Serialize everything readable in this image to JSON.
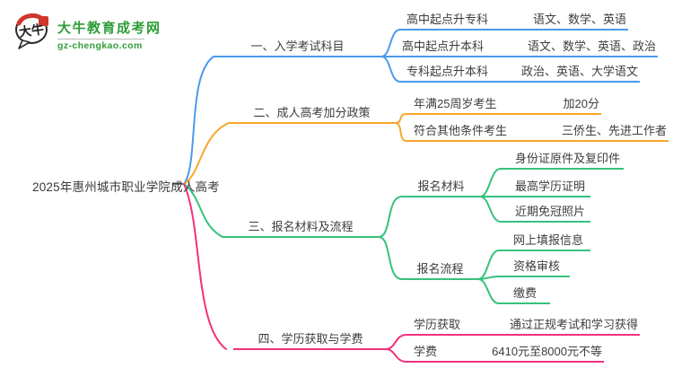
{
  "brand": {
    "name": "大牛教育成考网",
    "domain": "gz-chengkao.com",
    "icon_text": "大牛",
    "colors": {
      "green": "#2F9D38",
      "red": "#CE362B"
    }
  },
  "root": {
    "label": "2025年惠州城市职业学院成人高考"
  },
  "colors": {
    "blue": "#4A9BEE",
    "orange": "#F7A72B",
    "green": "#36C17C",
    "pink": "#F2307E",
    "text": "#3D3D3D"
  },
  "branches": [
    {
      "label": "一、入学考试科目",
      "color": "#4A9BEE",
      "children": [
        {
          "label": "高中起点升专科",
          "value": "语文、数学、英语"
        },
        {
          "label": "高中起点升本科",
          "value": "语文、数学、英语、政治"
        },
        {
          "label": "专科起点升本科",
          "value": "政治、英语、大学语文"
        }
      ]
    },
    {
      "label": "二、成人高考加分政策",
      "color": "#F7A72B",
      "children": [
        {
          "label": "年满25周岁考生",
          "value": "加20分"
        },
        {
          "label": "符合其他条件考生",
          "value": "三侨生、先进工作者"
        }
      ]
    },
    {
      "label": "三、报名材料及流程",
      "color": "#36C17C",
      "children": [
        {
          "label": "报名材料",
          "items": [
            "身份证原件及复印件",
            "最高学历证明",
            "近期免冠照片"
          ]
        },
        {
          "label": "报名流程",
          "items": [
            "网上填报信息",
            "资格审核",
            "缴费"
          ]
        }
      ]
    },
    {
      "label": "四、学历获取与学费",
      "color": "#F2307E",
      "children": [
        {
          "label": "学历获取",
          "value": "通过正规考试和学习获得"
        },
        {
          "label": "学费",
          "value": "6410元至8000元不等"
        }
      ]
    }
  ]
}
